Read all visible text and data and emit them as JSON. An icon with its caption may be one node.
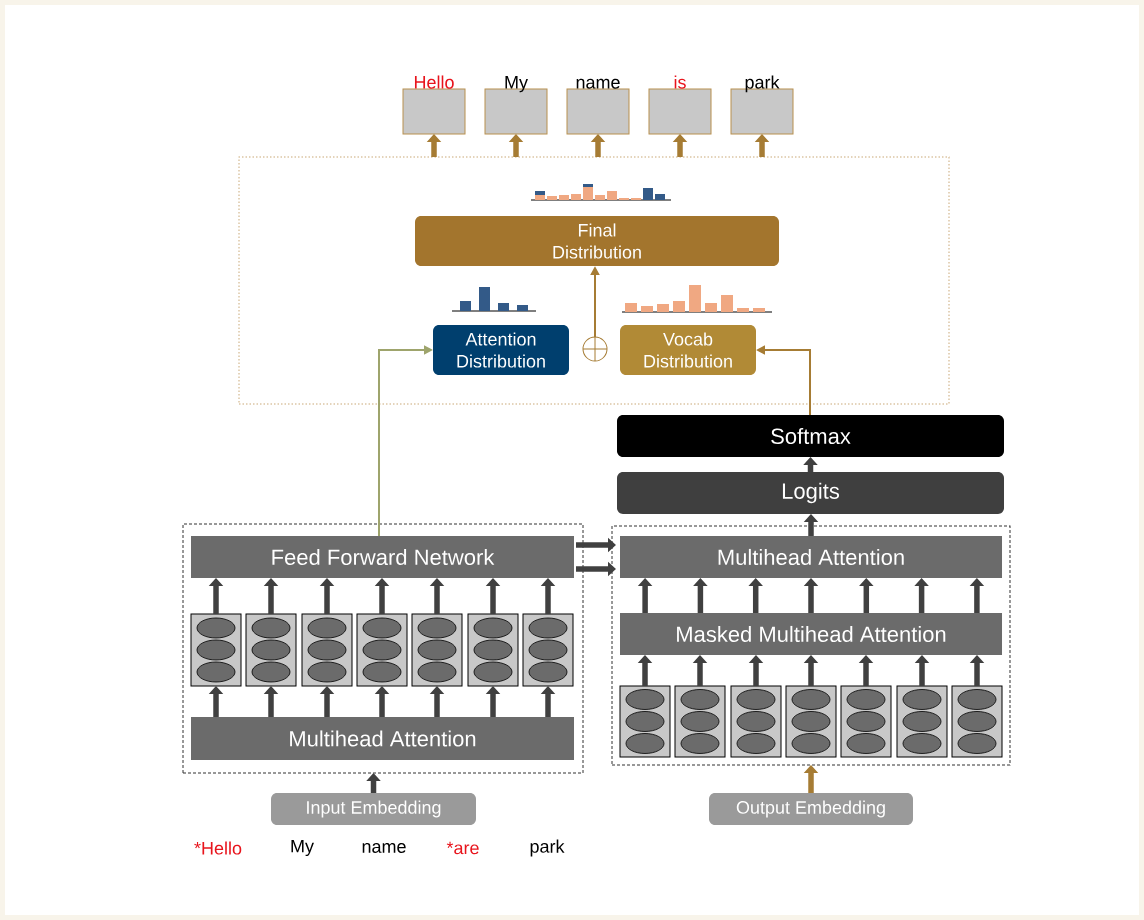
{
  "diagram": {
    "nodes": [
      {
        "text": [
          "Hello"
        ]
      },
      {
        "text": [
          "My"
        ]
      },
      {
        "text": [
          "name"
        ]
      },
      {
        "text": [
          "is"
        ]
      },
      {
        "text": [
          "park"
        ]
      },
      {
        "text": [],
        "shape": "box"
      },
      {
        "text": [
          "Final Distribution"
        ],
        "in": 5
      },
      {
        "text": [
          "Attention Distribution"
        ],
        "in": 5
      },
      {
        "text": [],
        "shape": "circle",
        "in": 5
      },
      {
        "text": [
          "Vocab Distribution"
        ],
        "in": 5
      },
      {
        "text": [
          "Softmax"
        ]
      },
      {
        "text": [
          "Logits"
        ]
      },
      {
        "text": [],
        "shape": "box"
      },
      {
        "text": [
          "Feed Forward Network"
        ],
        "in": 12
      },
      {
        "text": [],
        "shape": "box",
        "in": 12
      },
      {
        "text": [],
        "shape": "box",
        "in": 12
      },
      {
        "text": [],
        "shape": "box",
        "in": 12
      },
      {
        "text": [],
        "shape": "box",
        "in": 12
      },
      {
        "text": [],
        "shape": "box",
        "in": 12
      },
      {
        "text": [],
        "shape": "box",
        "in": 12
      },
      {
        "text": [],
        "shape": "box",
        "in": 12
      },
      {
        "text": [
          "Multihead Attention"
        ],
        "in": 12
      },
      {
        "text": [],
        "shape": "box"
      },
      {
        "text": [
          "Multihead Attention"
        ],
        "in": 22
      },
      {
        "text": [
          "Masked Multihead Attention"
        ],
        "in": 22
      },
      {
        "text": [],
        "shape": "box",
        "in": 22
      },
      {
        "text": [],
        "shape": "box",
        "in": 22
      },
      {
        "text": [],
        "shape": "box",
        "in": 22
      },
      {
        "text": [],
        "shape": "box",
        "in": 22
      },
      {
        "text": [],
        "shape": "box",
        "in": 22
      },
      {
        "text": [],
        "shape": "box",
        "in": 22
      },
      {
        "text": [],
        "shape": "box",
        "in": 22
      },
      {
        "text": [
          "Input Embedding"
        ]
      },
      {
        "text": [
          "Output Embedding"
        ]
      }
    ],
    "edges": [
      {
        "from": 5,
        "to": 0,
        "arrow": "to",
        "color": "#a67c34"
      },
      {
        "from": 5,
        "to": 1,
        "arrow": "to",
        "color": "#a67c34"
      },
      {
        "from": 5,
        "to": 2,
        "arrow": "to",
        "color": "#a67c34"
      },
      {
        "from": 5,
        "to": 3,
        "arrow": "to",
        "color": "#a67c34"
      },
      {
        "from": 5,
        "to": 4,
        "arrow": "to",
        "color": "#a67c34"
      },
      {
        "from": 8,
        "to": 6,
        "arrow": "to",
        "color": "#a67c34"
      },
      {
        "from": 13,
        "to": 7,
        "arrow": "to",
        "color": "#9ea46c"
      },
      {
        "from": 10,
        "to": 9,
        "arrow": "to",
        "color": "#a67c34"
      },
      {
        "from": 11,
        "to": 10,
        "arrow": "to"
      },
      {
        "from": 23,
        "to": 11,
        "arrow": "to"
      },
      {
        "from": 13,
        "to": 23,
        "arrow": "to"
      },
      {
        "from": 13,
        "to": 23,
        "arrow": "to"
      },
      {
        "from": 14,
        "to": 13,
        "arrow": "to"
      },
      {
        "from": 15,
        "to": 13,
        "arrow": "to"
      },
      {
        "from": 16,
        "to": 13,
        "arrow": "to"
      },
      {
        "from": 17,
        "to": 13,
        "arrow": "to"
      },
      {
        "from": 18,
        "to": 13,
        "arrow": "to"
      },
      {
        "from": 19,
        "to": 13,
        "arrow": "to"
      },
      {
        "from": 20,
        "to": 13,
        "arrow": "to"
      },
      {
        "from": 21,
        "to": 14,
        "arrow": "to"
      },
      {
        "from": 21,
        "to": 15,
        "arrow": "to"
      },
      {
        "from": 21,
        "to": 16,
        "arrow": "to"
      },
      {
        "from": 21,
        "to": 17,
        "arrow": "to"
      },
      {
        "from": 21,
        "to": 18,
        "arrow": "to"
      },
      {
        "from": 21,
        "to": 19,
        "arrow": "to"
      },
      {
        "from": 21,
        "to": 20,
        "arrow": "to"
      },
      {
        "from": 25,
        "to": 24,
        "arrow": "to"
      },
      {
        "from": 26,
        "to": 24,
        "arrow": "to"
      },
      {
        "from": 27,
        "to": 24,
        "arrow": "to"
      },
      {
        "from": 28,
        "to": 24,
        "arrow": "to"
      },
      {
        "from": 29,
        "to": 24,
        "arrow": "to"
      },
      {
        "from": 30,
        "to": 24,
        "arrow": "to"
      },
      {
        "from": 31,
        "to": 24,
        "arrow": "to"
      },
      {
        "from": 24,
        "to": 23,
        "arrow": "to"
      },
      {
        "from": 24,
        "to": 23,
        "arrow": "to"
      },
      {
        "from": 24,
        "to": 23,
        "arrow": "to"
      },
      {
        "from": 24,
        "to": 23,
        "arrow": "to"
      },
      {
        "from": 24,
        "to": 23,
        "arrow": "to"
      },
      {
        "from": 24,
        "to": 23,
        "arrow": "to"
      },
      {
        "from": 24,
        "to": 23,
        "arrow": "to"
      },
      {
        "from": 32,
        "to": 12,
        "arrow": "to"
      },
      {
        "from": 33,
        "to": 22,
        "arrow": "to",
        "color": "#a67c34"
      }
    ],
    "labels": [
      "*Hello",
      "My",
      "name",
      "*are",
      "park"
    ]
  }
}
